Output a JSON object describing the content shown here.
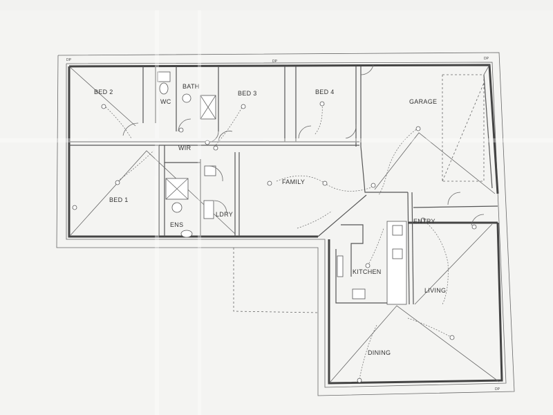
{
  "rooms": {
    "bed2": "BED 2",
    "wc": "WC",
    "bath": "BATH",
    "bed3": "BED 3",
    "bed4": "BED 4",
    "garage": "GARAGE",
    "wir": "WIR",
    "bed1": "BED 1",
    "ens": "ENS",
    "ldry": "LDRY",
    "family": "FAMILY",
    "entry": "ENTRY",
    "kitchen": "KITCHEN",
    "living": "LIVING",
    "dining": "DINING"
  },
  "notes": {
    "dp": "DP"
  },
  "colors": {
    "paper": "#f2f2f0",
    "ink": "#444444"
  }
}
